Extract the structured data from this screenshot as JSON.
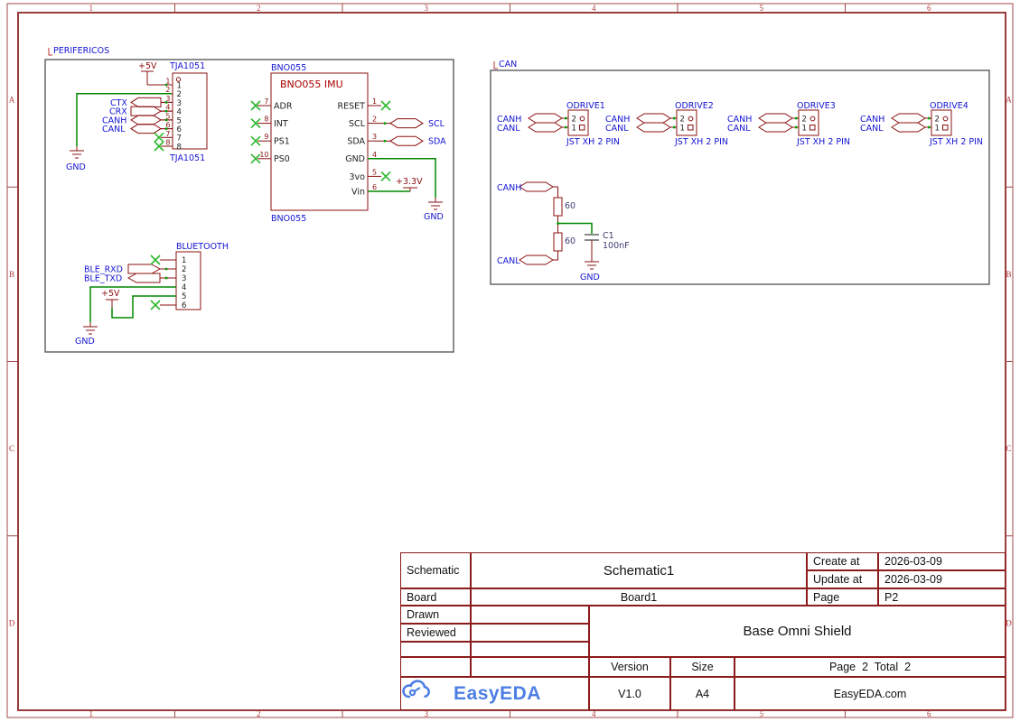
{
  "frame": {
    "column_labels": [
      "1",
      "2",
      "3",
      "4",
      "5",
      "6"
    ],
    "row_labels": [
      "A",
      "B",
      "C",
      "D"
    ]
  },
  "perifericos": {
    "title": "PERIFERICOS",
    "tja1051": {
      "ref": "TJA1051",
      "ref_bottom": "TJA1051",
      "pin_numbers": [
        "1",
        "2",
        "3",
        "4",
        "5",
        "6",
        "7",
        "8"
      ],
      "pin_names": [
        "1",
        "2",
        "3",
        "4",
        "5",
        "6",
        "7",
        "8"
      ],
      "power_5v": "+5V",
      "gnd": "GND",
      "net_ctx": "CTX",
      "net_crx": "CRX",
      "net_canh": "CANH",
      "net_canl": "CANL"
    },
    "bno055": {
      "ref": "BNO055",
      "ref_bottom": "BNO055",
      "chip_title": "BNO055 IMU",
      "left_pins": [
        {
          "num": "7",
          "name": "ADR"
        },
        {
          "num": "8",
          "name": "INT"
        },
        {
          "num": "9",
          "name": "PS1"
        },
        {
          "num": "10",
          "name": "PS0"
        }
      ],
      "right_pins": [
        {
          "num": "1",
          "name": "RESET"
        },
        {
          "num": "2",
          "name": "SCL"
        },
        {
          "num": "3",
          "name": "SDA"
        },
        {
          "num": "4",
          "name": "GND"
        },
        {
          "num": "5",
          "name": "3vo"
        },
        {
          "num": "6",
          "name": "Vin"
        }
      ],
      "net_scl": "SCL",
      "net_sda": "SDA",
      "power_33v": "+3.3V",
      "gnd": "GND"
    },
    "bluetooth": {
      "ref": "BLUETOOTH",
      "pin_names": [
        "1",
        "2",
        "3",
        "4",
        "5",
        "6"
      ],
      "net_ble_rxd": "BLE_RXD",
      "net_ble_txd": "BLE_TXD",
      "power_5v": "+5V",
      "gnd": "GND"
    }
  },
  "can": {
    "title": "CAN",
    "connectors": [
      {
        "ref": "ODRIVE1",
        "footprint": "JST XH 2 PIN",
        "net_canh": "CANH",
        "net_canl": "CANL",
        "pin_top": "2",
        "pin_bottom": "1"
      },
      {
        "ref": "ODRIVE2",
        "footprint": "JST XH 2 PIN",
        "net_canh": "CANH",
        "net_canl": "CANL",
        "pin_top": "2",
        "pin_bottom": "1"
      },
      {
        "ref": "ODRIVE3",
        "footprint": "JST XH 2 PIN",
        "net_canh": "CANH",
        "net_canl": "CANL",
        "pin_top": "2",
        "pin_bottom": "1"
      },
      {
        "ref": "ODRIVE4",
        "footprint": "JST XH 2 PIN",
        "net_canh": "CANH",
        "net_canl": "CANL",
        "pin_top": "2",
        "pin_bottom": "1"
      }
    ],
    "termination": {
      "net_canh": "CANH",
      "net_canl": "CANL",
      "r1_value": "60",
      "r2_value": "60",
      "cap_ref": "C1",
      "cap_value": "100nF",
      "gnd": "GND"
    }
  },
  "title_block": {
    "schematic_label": "Schematic",
    "schematic_value": "Schematic1",
    "create_at_label": "Create at",
    "create_at_value": "2026-03-09",
    "update_at_label": "Update at",
    "update_at_value": "2026-03-09",
    "board_label": "Board",
    "board_value": "Board1",
    "page_label": "Page",
    "page_value": "P2",
    "drawn_label": "Drawn",
    "reviewed_label": "Reviewed",
    "sheet_title": "Base Omni Shield",
    "version_label": "Version",
    "version_value": "V1.0",
    "size_label": "Size",
    "size_value": "A4",
    "page_total": "Page  2  Total  2",
    "brand": "EasyEDA",
    "website": "EasyEDA.com"
  },
  "colors": {
    "frame": "#a04848",
    "part_outline": "#8b1010",
    "wire": "#008800",
    "net_text": "#1414d2",
    "no_connect": "#2eb82e",
    "brand_blue": "#4d7fe3"
  }
}
